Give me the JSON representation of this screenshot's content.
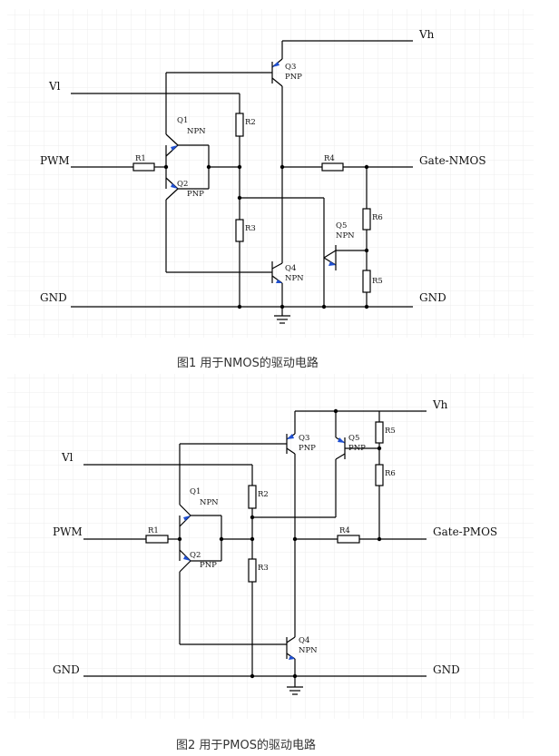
{
  "figure1": {
    "caption": "图1 用于NMOS的驱动电路",
    "labels": {
      "vh": "Vh",
      "vl": "Vl",
      "pwm": "PWM",
      "gnd_left": "GND",
      "gnd_right": "GND",
      "gate": "Gate-NMOS",
      "q1": "Q1",
      "q1_type": "NPN",
      "q2": "Q2",
      "q2_type": "PNP",
      "q3": "Q3",
      "q3_type": "PNP",
      "q4": "Q4",
      "q4_type": "NPN",
      "q5": "Q5",
      "q5_type": "NPN",
      "r1": "R1",
      "r2": "R2",
      "r3": "R3",
      "r4": "R4",
      "r5": "R5",
      "r6": "R6"
    }
  },
  "figure2": {
    "caption": "图2 用于PMOS的驱动电路",
    "labels": {
      "vh": "Vh",
      "vl": "Vl",
      "pwm": "PWM",
      "gnd_left": "GND",
      "gnd_right": "GND",
      "gate": "Gate-PMOS",
      "q1": "Q1",
      "q1_type": "NPN",
      "q2": "Q2",
      "q2_type": "PNP",
      "q3": "Q3",
      "q3_type": "PNP",
      "q4": "Q4",
      "q4_type": "NPN",
      "q5": "Q5",
      "q5_type": "PNP",
      "r1": "R1",
      "r2": "R2",
      "r3": "R3",
      "r4": "R4",
      "r5": "R5",
      "r6": "R6"
    }
  },
  "colors": {
    "wire": "#000000",
    "arrow": "#1f4fd1",
    "grid": "#e6e6e6",
    "text": "#111111"
  }
}
